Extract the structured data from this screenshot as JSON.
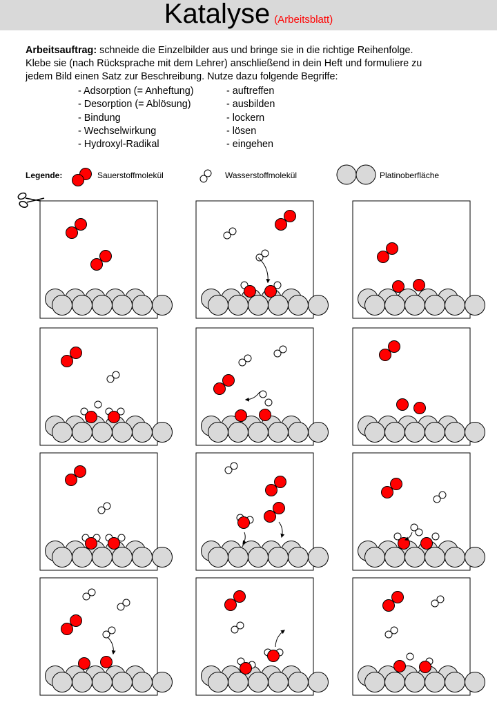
{
  "title": {
    "main": "Katalyse",
    "sub": "(Arbeitsblatt)"
  },
  "instructions": {
    "heading": "Arbeitsauftrag:",
    "line1": "schneide die Einzelbilder aus und bringe sie in die richtige Reihenfolge.",
    "line2": "Klebe sie (nach Rücksprache mit dem Lehrer) anschließend in dein Heft und formuliere zu",
    "line3": "jedem Bild einen Satz zur Beschreibung. Nutze dazu folgende Begriffe:"
  },
  "terms_left": [
    "- Adsorption (= Anheftung)",
    "- Desorption (= Ablösung)",
    "- Bindung",
    "- Wechselwirkung",
    "- Hydroxyl-Radikal"
  ],
  "terms_right": [
    "- auftreffen",
    "- ausbilden",
    "- lockern",
    "- lösen",
    "- eingehen"
  ],
  "legend": {
    "label": "Legende:",
    "oxygen": "Sauerstoffmolekül",
    "hydrogen": "Wasserstoffmolekül",
    "platinum": "Platinoberfläche"
  },
  "icons": {
    "scissors": "scissors-icon"
  },
  "colors": {
    "oxygen": "#ff0000",
    "platinum": "#d9d9d9",
    "title_bar": "#d9d9d9",
    "subtitle": "#ff0000"
  }
}
